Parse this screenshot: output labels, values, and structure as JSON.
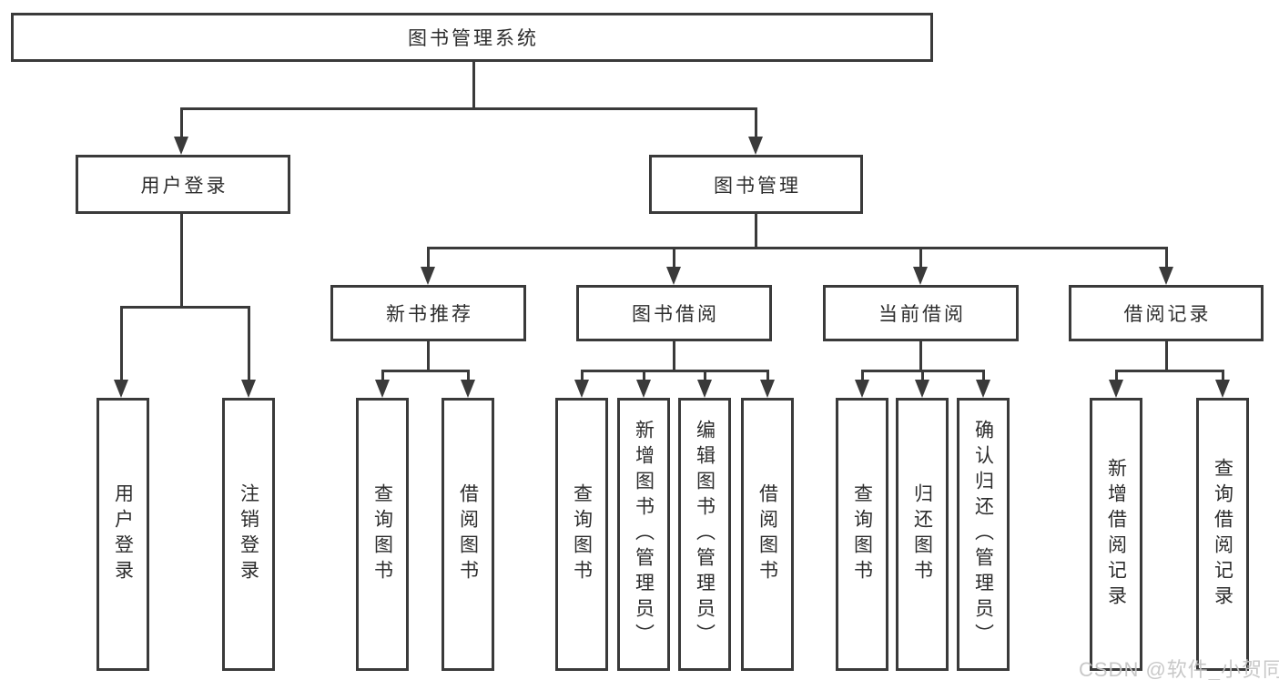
{
  "diagram": {
    "root": {
      "label": "图书管理系统",
      "children": [
        {
          "label": "用户登录",
          "children": [
            {
              "label": "用户登录"
            },
            {
              "label": "注销登录"
            }
          ]
        },
        {
          "label": "图书管理",
          "children": [
            {
              "label": "新书推荐",
              "children": [
                {
                  "label": "查询图书"
                },
                {
                  "label": "借阅图书"
                }
              ]
            },
            {
              "label": "图书借阅",
              "children": [
                {
                  "label": "查询图书"
                },
                {
                  "label": "新增图书（管理员）"
                },
                {
                  "label": "编辑图书（管理员）"
                },
                {
                  "label": "借阅图书"
                }
              ]
            },
            {
              "label": "当前借阅",
              "children": [
                {
                  "label": "查询图书"
                },
                {
                  "label": "归还图书"
                },
                {
                  "label": "确认归还（管理员）"
                }
              ]
            },
            {
              "label": "借阅记录",
              "children": [
                {
                  "label": "新增借阅记录"
                },
                {
                  "label": "查询借阅记录"
                }
              ]
            }
          ]
        }
      ]
    }
  },
  "watermark": {
    "text": "CSDN @软件_小贺同学"
  },
  "colors": {
    "line": "#3a3a3a",
    "text": "#2d2d2d",
    "box_fill": "#ffffff",
    "background": "#ffffff",
    "watermark": "#c4c4c4"
  }
}
